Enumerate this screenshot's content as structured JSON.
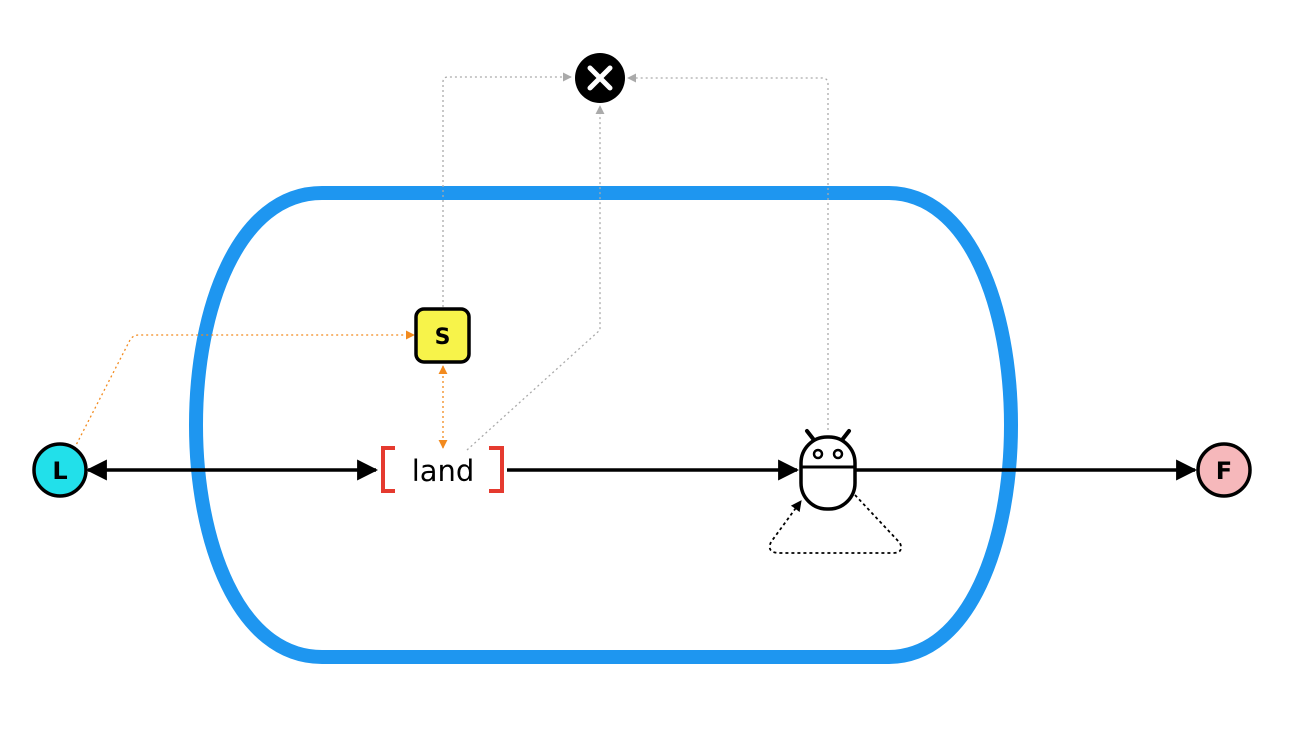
{
  "diagram": {
    "start_node": {
      "label": "L",
      "color": "#22e0ea"
    },
    "end_node": {
      "label": "F",
      "color": "#f6b8bb"
    },
    "status_node": {
      "label": "S",
      "color": "#f7f34a"
    },
    "abort_node": {
      "icon": "close-icon",
      "color": "#000000"
    },
    "state": {
      "label": "land",
      "bracket_color": "#e53a2f"
    },
    "robot": {
      "icon": "robot-icon"
    },
    "container": {
      "color": "#1e96f0"
    },
    "edge_colors": {
      "main": "#000000",
      "status": "#f28a1e",
      "abort": "#aaaaaa",
      "loop": "#000000"
    }
  }
}
